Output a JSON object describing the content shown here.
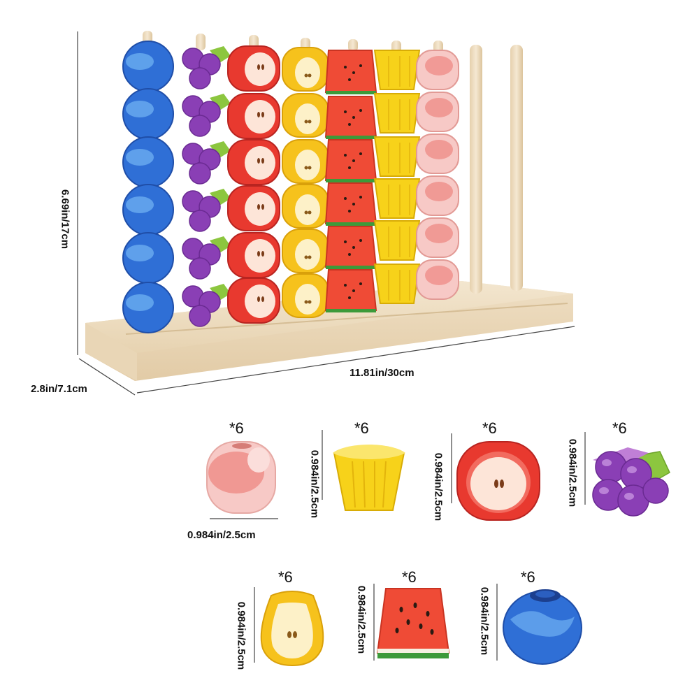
{
  "dimensions": {
    "height": "6.69in/17cm",
    "width": "11.81in/30cm",
    "depth": "2.8in/7.1cm"
  },
  "pieces": [
    {
      "name": "peach",
      "count": "*6",
      "size": "0.984in/2.5cm"
    },
    {
      "name": "pineapple",
      "count": "*6",
      "size": "0.984in/2.5cm"
    },
    {
      "name": "apple",
      "count": "*6",
      "size": "0.984in/2.5cm"
    },
    {
      "name": "grape",
      "count": "*6",
      "size": "0.984in/2.5cm"
    },
    {
      "name": "pear",
      "count": "*6",
      "size": "0.984in/2.5cm"
    },
    {
      "name": "watermelon",
      "count": "*6",
      "size": "0.984in/2.5cm"
    },
    {
      "name": "blueberry",
      "count": "*6",
      "size": "0.984in/2.5cm"
    }
  ],
  "colors": {
    "blueberry": "#2f6fd6",
    "grape": "#8a3fb5",
    "apple": "#e8392f",
    "pear": "#f6c21c",
    "watermelon": "#ef4b36",
    "pineapple": "#f7d21a",
    "peach": "#f4b3b0",
    "wood": "#ecdcc0"
  }
}
